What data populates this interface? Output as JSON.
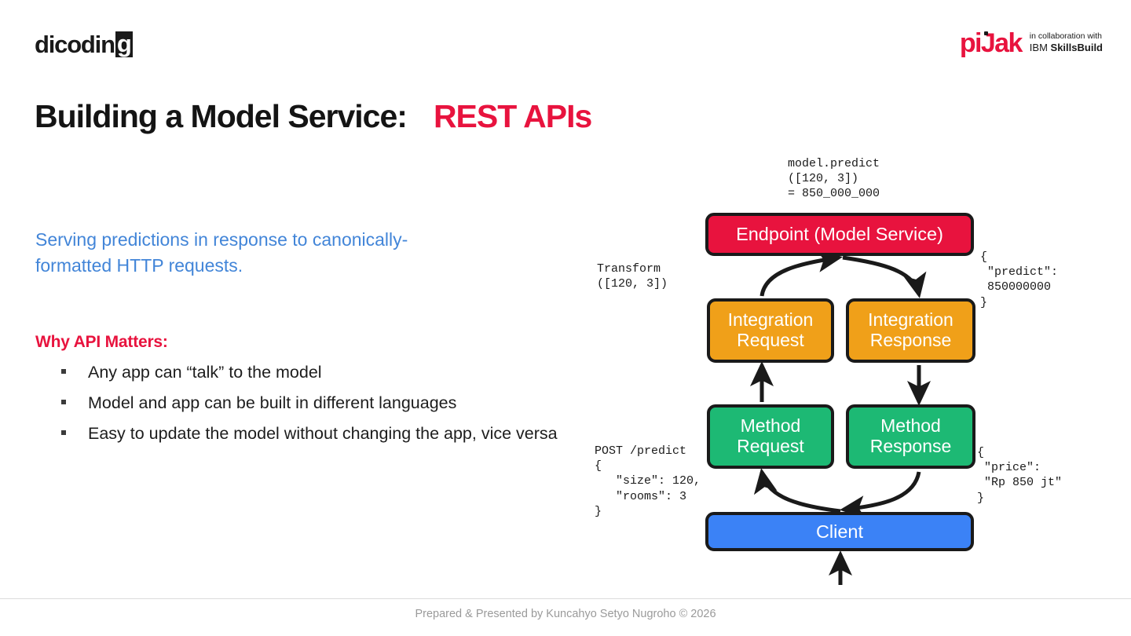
{
  "brand": {
    "dicoding_main": "dicodin",
    "dicoding_tail": "g",
    "pijak_word": "piJak",
    "pijak_collab": "in collaboration with",
    "pijak_ibm_light": "IBM ",
    "pijak_ibm_bold": "SkillsBuild",
    "accent_red": "#E8133E",
    "accent_blue": "#4285D8"
  },
  "title": {
    "main": "Building a Model Service:",
    "highlight": "REST APIs"
  },
  "subtitle": "Serving predictions in response to canonically-formatted HTTP requests.",
  "why_api": {
    "heading": "Why API Matters:",
    "bullets": [
      "Any app can “talk” to the model",
      "Model and app can be built in different languages",
      "Easy to update the model without changing the app, vice versa"
    ]
  },
  "diagram": {
    "nodes": {
      "endpoint": "Endpoint (Model Service)",
      "integration_request_l1": "Integration",
      "integration_request_l2": "Request",
      "integration_response_l1": "Integration",
      "integration_response_l2": "Response",
      "method_request_l1": "Method",
      "method_request_l2": "Request",
      "method_response_l1": "Method",
      "method_response_l2": "Response",
      "client": "Client"
    },
    "colors": {
      "endpoint": "#E8133E",
      "integration": "#F0A019",
      "method": "#1DB974",
      "client": "#3B82F6",
      "border": "#1a1a1a"
    },
    "annotations": {
      "model_predict": "model.predict\n([120, 3])\n= 850_000_000",
      "transform": "Transform\n([120, 3])",
      "post_request": "POST /predict\n{\n   \"size\": 120,\n   \"rooms\": 3\n}",
      "predict_json": "{\n \"predict\":\n 850000000\n}",
      "price_json": "{\n \"price\":\n \"Rp 850 jt\"\n}"
    }
  },
  "footer": "Prepared & Presented by Kuncahyo Setyo Nugroho © 2026"
}
